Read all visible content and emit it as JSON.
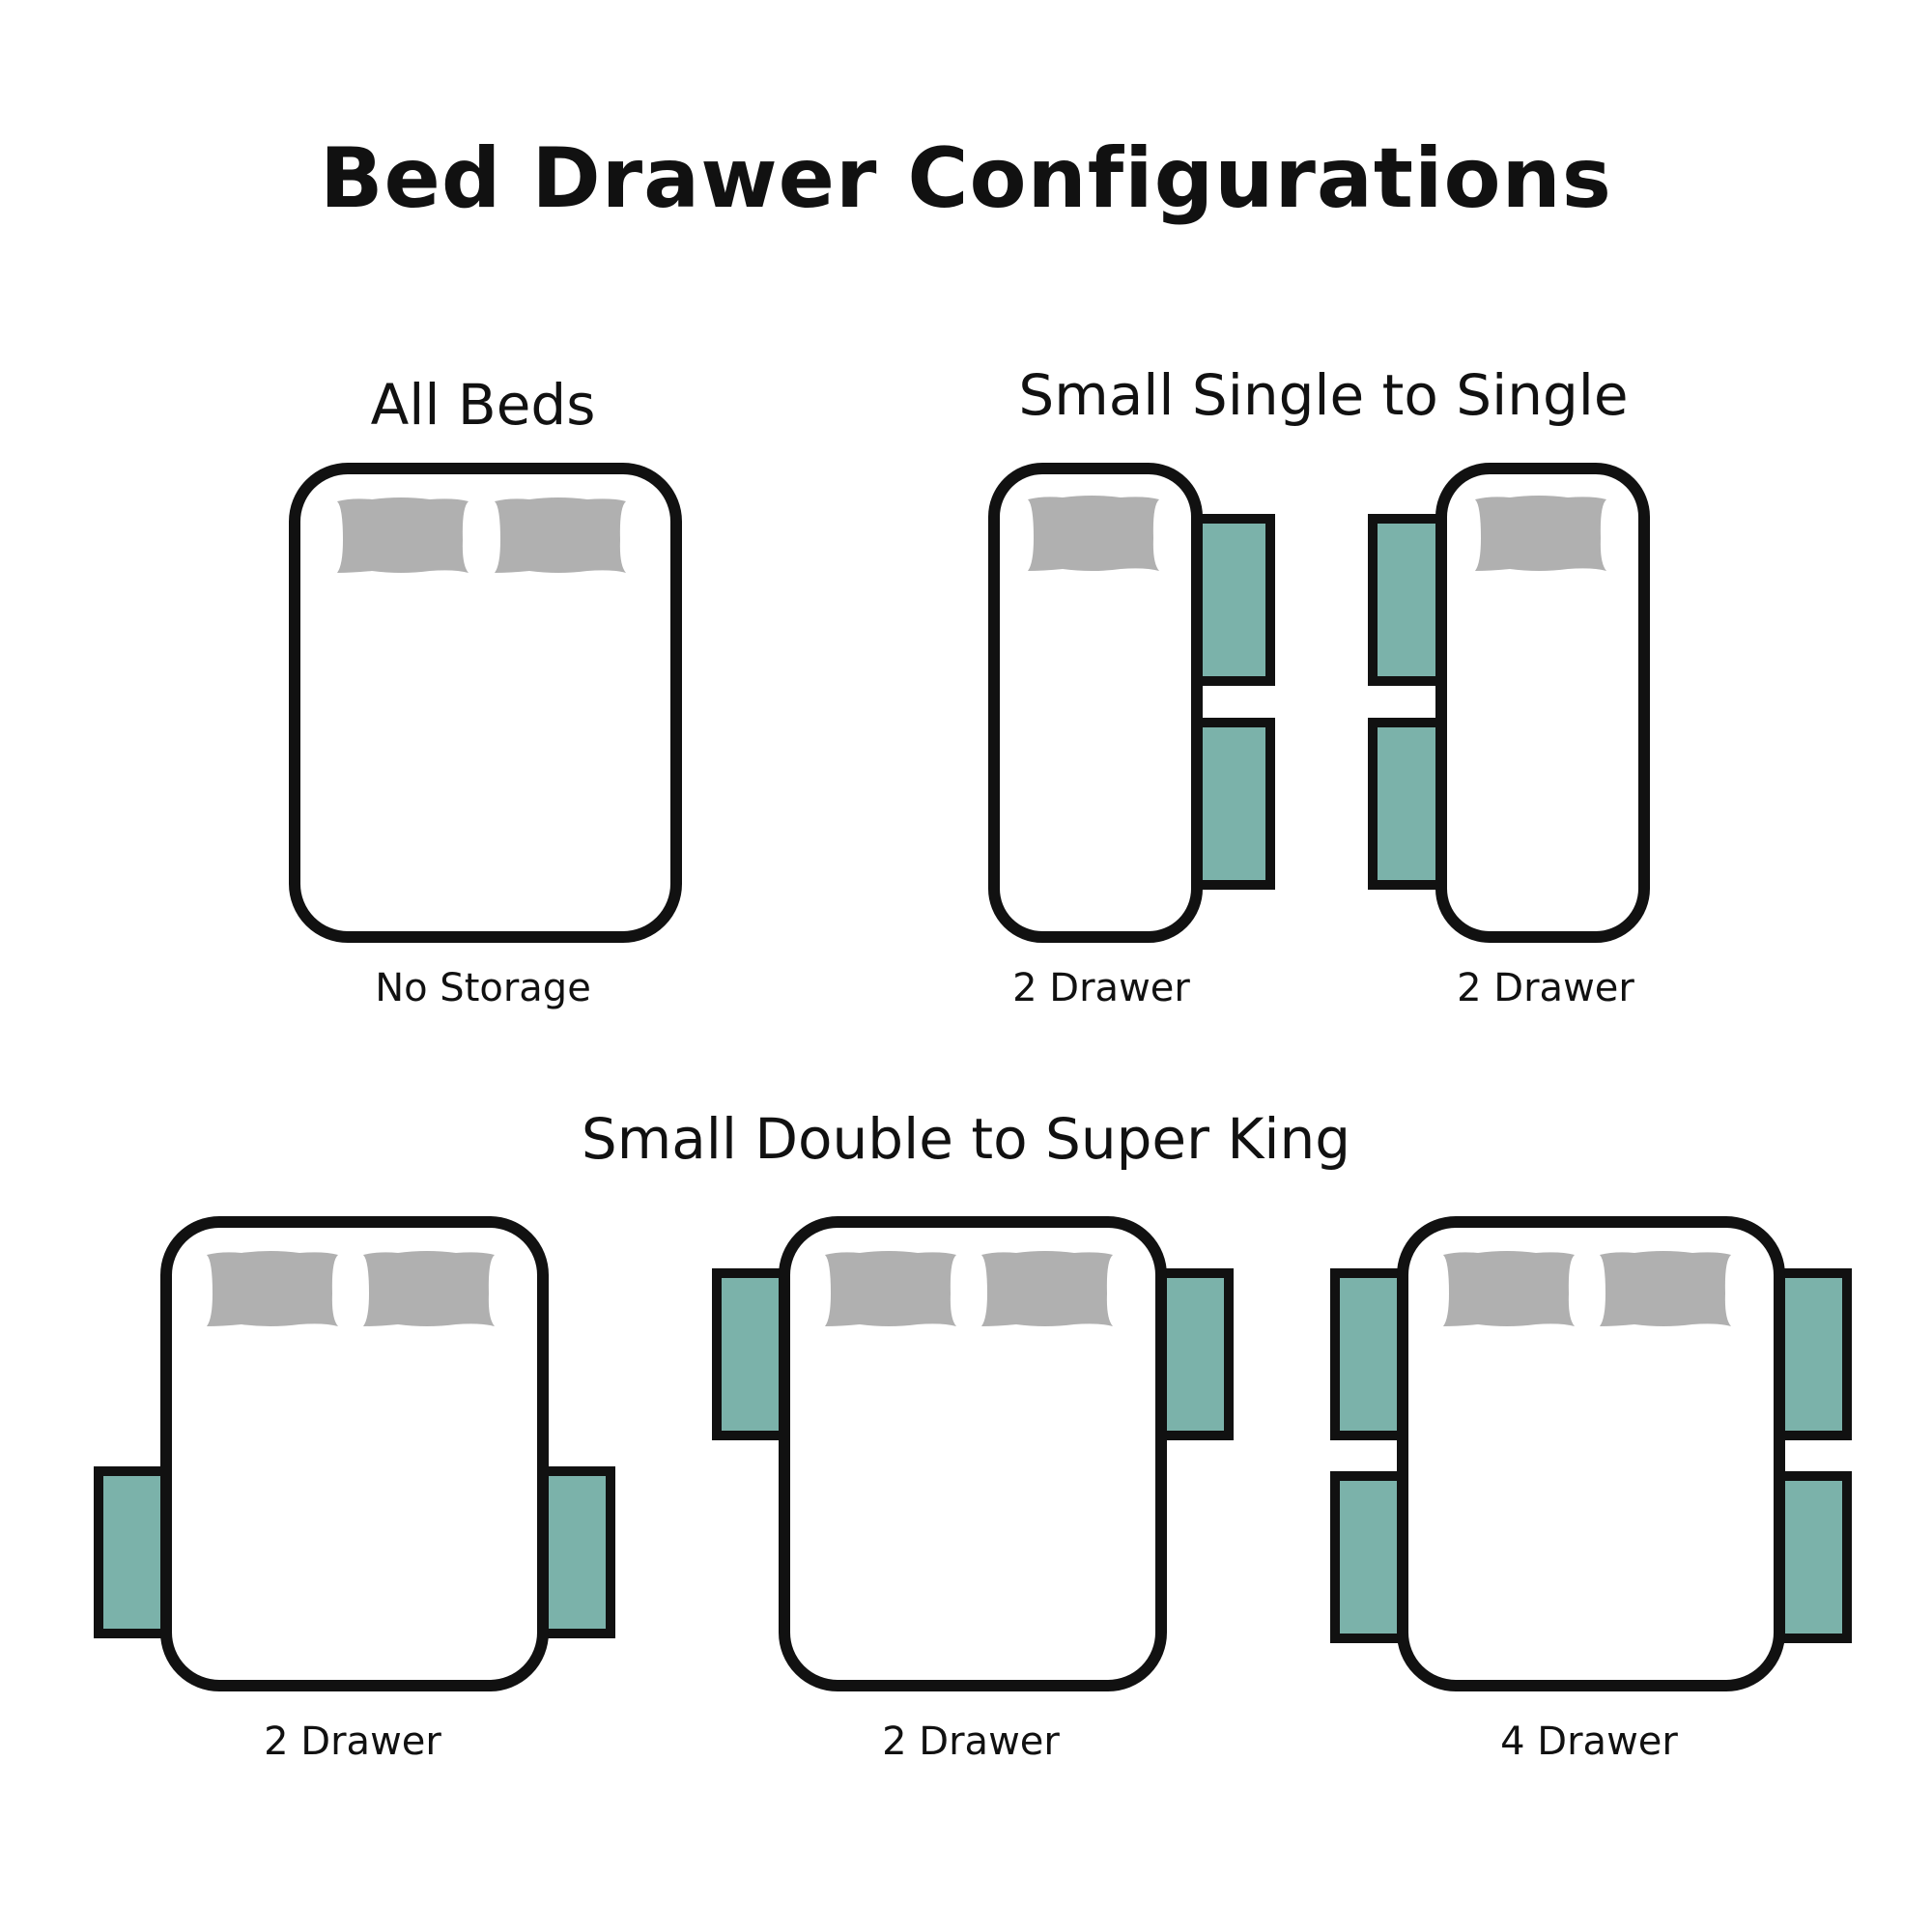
{
  "title": "Bed Drawer Configurations",
  "groups": [
    {
      "heading": "All Beds",
      "beds": [
        {
          "caption": "No Storage",
          "pillows": 2,
          "drawers": 0
        }
      ]
    },
    {
      "heading": "Small Single to Single",
      "beds": [
        {
          "caption": "2 Drawer",
          "pillows": 1,
          "drawers": 2,
          "drawer_side": "right"
        },
        {
          "caption": "2 Drawer",
          "pillows": 1,
          "drawers": 2,
          "drawer_side": "left"
        }
      ]
    },
    {
      "heading": "Small Double to Super King",
      "beds": [
        {
          "caption": "2 Drawer",
          "pillows": 2,
          "drawers": 2,
          "drawer_position": "foot"
        },
        {
          "caption": "2 Drawer",
          "pillows": 2,
          "drawers": 2,
          "drawer_position": "head"
        },
        {
          "caption": "4 Drawer",
          "pillows": 2,
          "drawers": 4,
          "drawer_position": "both"
        }
      ]
    }
  ],
  "colors": {
    "outline": "#111111",
    "drawer": "#7bb2aa",
    "pillow": "#b0b0b0",
    "bed": "#ffffff"
  }
}
